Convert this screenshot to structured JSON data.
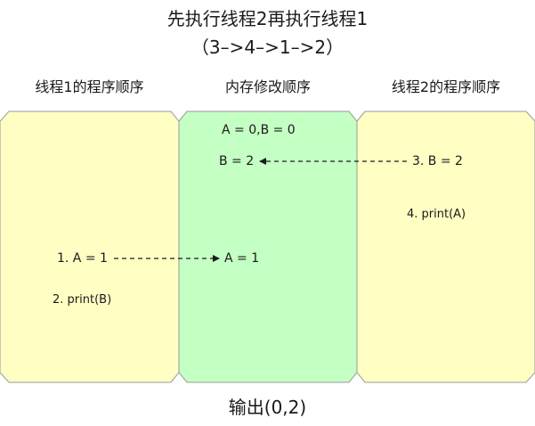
{
  "header": {
    "title": "先执行线程2再执行线程1",
    "subtitle": "（3–>4–>1–>2）"
  },
  "columns": {
    "thread1_title": "线程1的程序顺序",
    "memory_title": "内存修改顺序",
    "thread2_title": "线程2的程序顺序"
  },
  "thread1": {
    "step1": "1. A = 1",
    "step2": "2. print(B)"
  },
  "memory": {
    "initial": "A = 0,B = 0",
    "b_write": "B = 2",
    "a_write": "A = 1"
  },
  "thread2": {
    "step3": "3. B = 2",
    "step4": "4. print(A)"
  },
  "footer": {
    "output": "输出(0,2)"
  },
  "colors": {
    "thread_panel_fill": "#ffffc4",
    "memory_panel_fill": "#c4ffc4",
    "panel_stroke": "#9a9a9a",
    "arrow": "#1a1a1a"
  }
}
